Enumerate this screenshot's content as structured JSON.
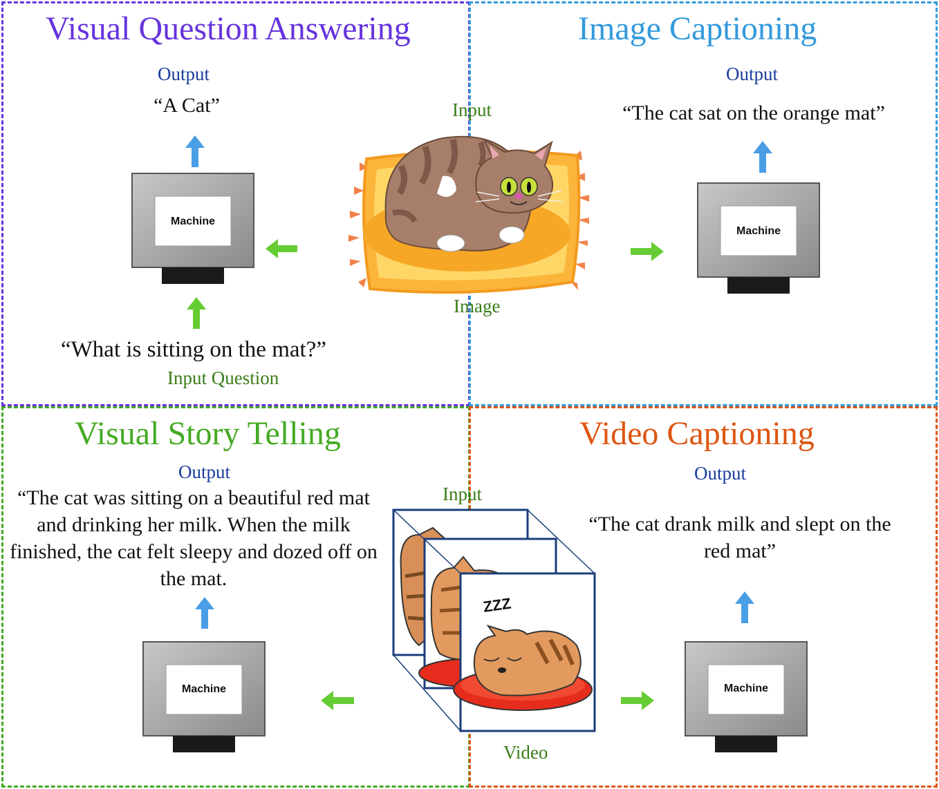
{
  "colors": {
    "vqa": "#6633dd",
    "image_captioning": "#3399dd",
    "story_telling": "#44aa22",
    "video_captioning": "#dd5511",
    "output_label": "#1a3d9c",
    "input_label": "#3a7d18",
    "arrow_blue": "#4a9ee6",
    "arrow_green": "#66cc33"
  },
  "vqa": {
    "title": "Visual Question Answering",
    "output_label": "Output",
    "output_text": "“A Cat”",
    "machine_label": "Machine",
    "question_text": "“What is sitting on the mat?”",
    "question_label": "Input Question"
  },
  "image_captioning": {
    "title": "Image Captioning",
    "output_label": "Output",
    "output_text": "“The cat sat on the orange mat”",
    "machine_label": "Machine"
  },
  "center_image": {
    "input_label": "Input",
    "caption": "Image"
  },
  "story_telling": {
    "title": "Visual Story Telling",
    "output_label": "Output",
    "output_text": "“The cat was sitting on a beautiful red mat and drinking her milk. When the milk finished, the cat felt sleepy and dozed off on the mat.",
    "machine_label": "Machine"
  },
  "video_captioning": {
    "title": "Video Captioning",
    "output_label": "Output",
    "output_text": "“The cat drank milk and slept on the red mat”",
    "machine_label": "Machine"
  },
  "center_video": {
    "input_label": "Input",
    "caption": "Video",
    "sleep_glyph": "ZZZ"
  }
}
